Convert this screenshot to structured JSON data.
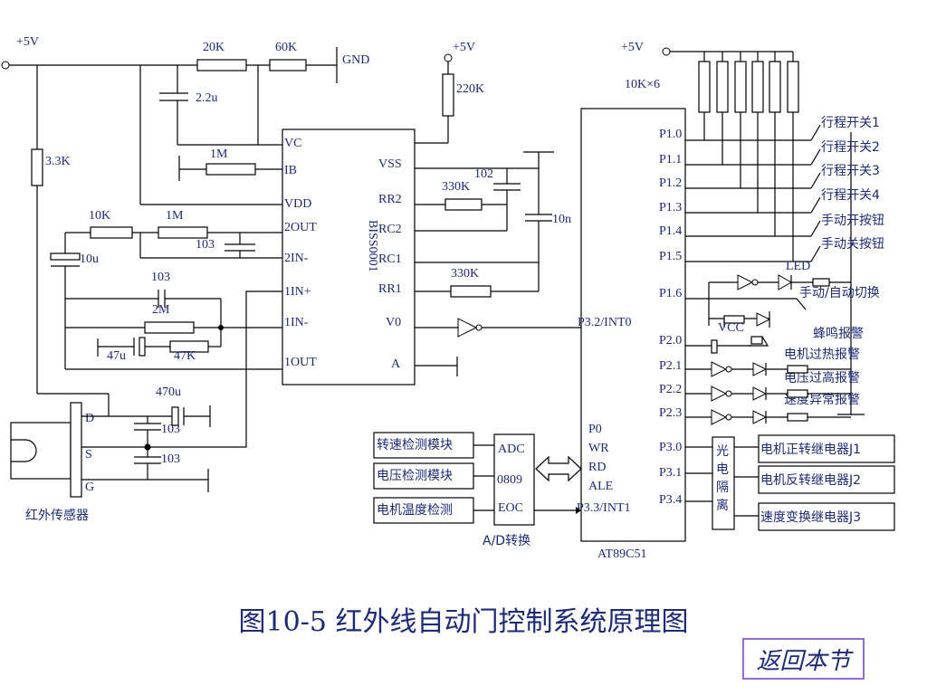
{
  "caption": "图10-5  红外线自动门控制系统原理图",
  "back_button": "返回本节",
  "power": {
    "vcc_left": "+5V",
    "vcc_mid": "+5V",
    "vcc_right": "+5V",
    "gnd": "GND"
  },
  "components": {
    "r20k": "20K",
    "r60k": "60K",
    "c2u2": "2.2u",
    "r220k": "220K",
    "r3k3": "3.3K",
    "r1m_ib": "1M",
    "r10k": "10K",
    "r1m_2": "1M",
    "c103_a": "103",
    "c10u": "10u",
    "c103_b": "103",
    "r2m": "2M",
    "c47u": "47u",
    "r47k": "47K",
    "c470u": "470u",
    "c103_c": "103",
    "c103_d": "103",
    "r330k_a": "330K",
    "c102": "102",
    "c10n": "10n",
    "r330k_b": "330K",
    "rpack": "10K×6"
  },
  "bis_chip": {
    "name": "BISS0001",
    "left_pins": [
      "VC",
      "IB",
      "VDD",
      "2OUT",
      "2IN-",
      "1IN+",
      "1IN-",
      "1OUT"
    ],
    "right_pins": [
      "VSS",
      "RR2",
      "RC2",
      "RC1",
      "RR1",
      "V0",
      "A"
    ]
  },
  "sensor": {
    "label": "红外传感器",
    "pins": [
      "D",
      "S",
      "G"
    ]
  },
  "mcu": {
    "name": "AT89C51",
    "int0": "P3.2/INT0",
    "left_pins": [
      "P0",
      "WR",
      "RD",
      "ALE",
      "P3.3/INT1"
    ],
    "right_pins": [
      "P1.0",
      "P1.1",
      "P1.2",
      "P1.3",
      "P1.4",
      "P1.5",
      "P1.6",
      "P2.0",
      "P2.1",
      "P2.2",
      "P2.3",
      "P3.0",
      "P3.1",
      "P3.4"
    ]
  },
  "switches": [
    "行程开关1",
    "行程开关2",
    "行程开关3",
    "行程开关4",
    "手动开按钮",
    "手动关按钮",
    "手动/自动切换"
  ],
  "led": "LED",
  "alarms": [
    "蜂鸣报警",
    "电机过热报警",
    "电压过高报警",
    "速度异常报警"
  ],
  "vcc_small": "VCC",
  "adc": {
    "label1": "ADC",
    "label2": "0809",
    "label3": "EOC",
    "caption": "A/D转换"
  },
  "detect_modules": [
    "转速检测模块",
    "电压检测模块",
    "电机温度检测"
  ],
  "optocoupler": "光电隔离",
  "relays": [
    "电机正转继电器J1",
    "电机反转继电器J2",
    "速度变换继电器J3"
  ]
}
